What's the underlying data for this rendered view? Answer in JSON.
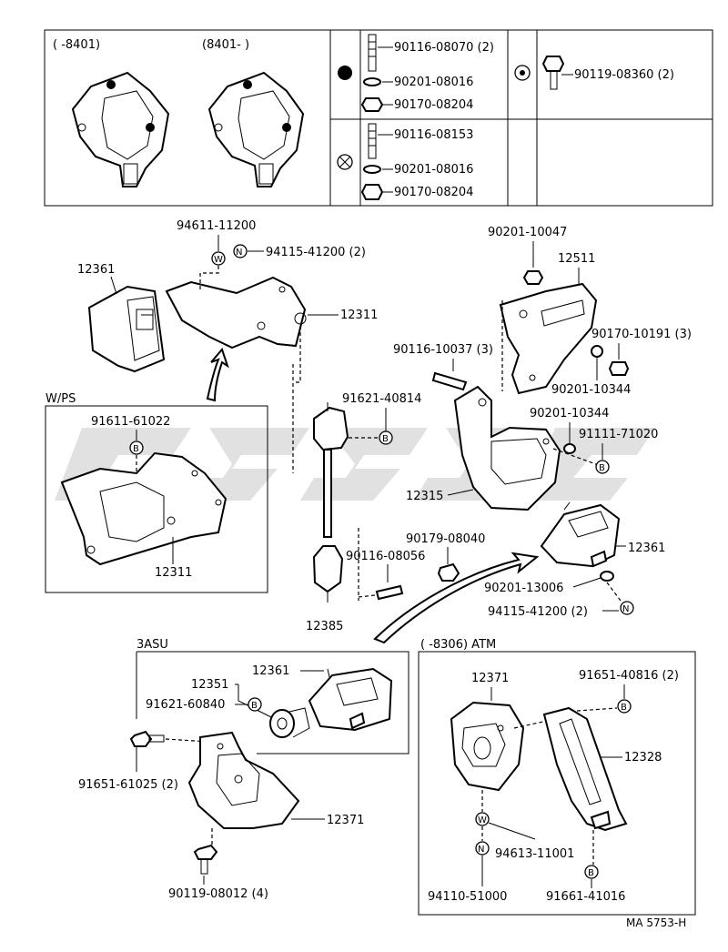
{
  "table": {
    "range_left": "(      -8401)",
    "range_right": "(8401-      )",
    "group_dot": {
      "items": [
        "90116-08070 (2)",
        "90201-08016",
        "90170-08204"
      ]
    },
    "group_cross": {
      "items": [
        "90116-08153",
        "90201-08016",
        "90170-08204"
      ]
    },
    "group_circle_dot": {
      "items": [
        "90119-08360 (2)"
      ]
    }
  },
  "labels": {
    "l94611_11200": "94611-11200",
    "l94115_41200_top": "94115-41200 (2)",
    "l12361_a": "12361",
    "l12311_a": "12311",
    "l90201_10047": "90201-10047",
    "l12511": "12511",
    "l90170_10191": "90170-10191 (3)",
    "l90116_10037": "90116-10037 (3)",
    "l90201_10344_a": "90201-10344",
    "l90201_10344_b": "90201-10344",
    "l91111_71020": "91111-71020",
    "l12315": "12315",
    "l91621_40814": "91621-40814",
    "l90179_08040": "90179-08040",
    "l90116_08056": "90116-08056",
    "l12361_b": "12361",
    "l90201_13006": "90201-13006",
    "l94115_41200_mid": "94115-41200 (2)",
    "l12385": "12385",
    "l3asu": "3ASU",
    "l12361_c": "12361",
    "l12351": "12351",
    "l91621_60840": "91621-60840",
    "l91651_61025": "91651-61025 (2)",
    "l12371_a": "12371",
    "l90119_08012": "90119-08012 (4)",
    "latm": "(       -8306) ATM",
    "l12371_b": "12371",
    "l91651_40816": "91651-40816 (2)",
    "l12328": "12328",
    "l94613_11001": "94613-11001",
    "l94110_51000": "94110-51000",
    "l91661_41016": "91661-41016",
    "lref": "MA 5753-H"
  },
  "wps": {
    "title": "W/PS",
    "l91611_61022": "91611-61022",
    "l12311": "12311"
  },
  "symbols": {
    "washer": "W",
    "nut": "N",
    "bolt": "B"
  }
}
